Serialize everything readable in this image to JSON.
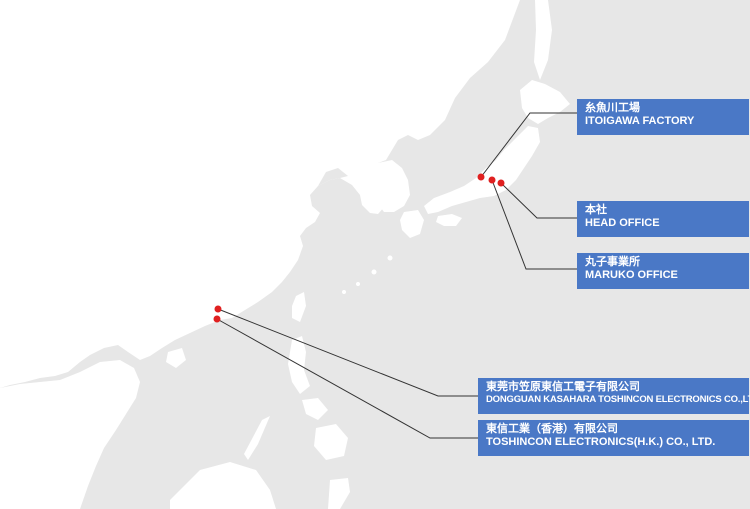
{
  "colors": {
    "sea": "#e7e7e7",
    "land": "#ffffff",
    "marker": "#e02020",
    "label_bg": "#4a78c6",
    "label_text": "#ffffff",
    "leader_line": "#333333"
  },
  "locations": [
    {
      "id": "itoigawa",
      "name_jp": "糸魚川工場",
      "name_en": "ITOIGAWA FACTORY"
    },
    {
      "id": "head_office",
      "name_jp": "本社",
      "name_en": "HEAD OFFICE"
    },
    {
      "id": "maruko",
      "name_jp": "丸子事業所",
      "name_en": "MARUKO OFFICE"
    },
    {
      "id": "dongguan",
      "name_jp": "東莞市笠原東信工電子有限公司",
      "name_en": "DONGGUAN KASAHARA TOSHINCON ELECTRONICS CO.,LTD."
    },
    {
      "id": "hongkong",
      "name_jp": "東信工業（香港）有限公司",
      "name_en": "TOSHINCON ELECTRONICS(H.K.) CO., LTD."
    }
  ]
}
